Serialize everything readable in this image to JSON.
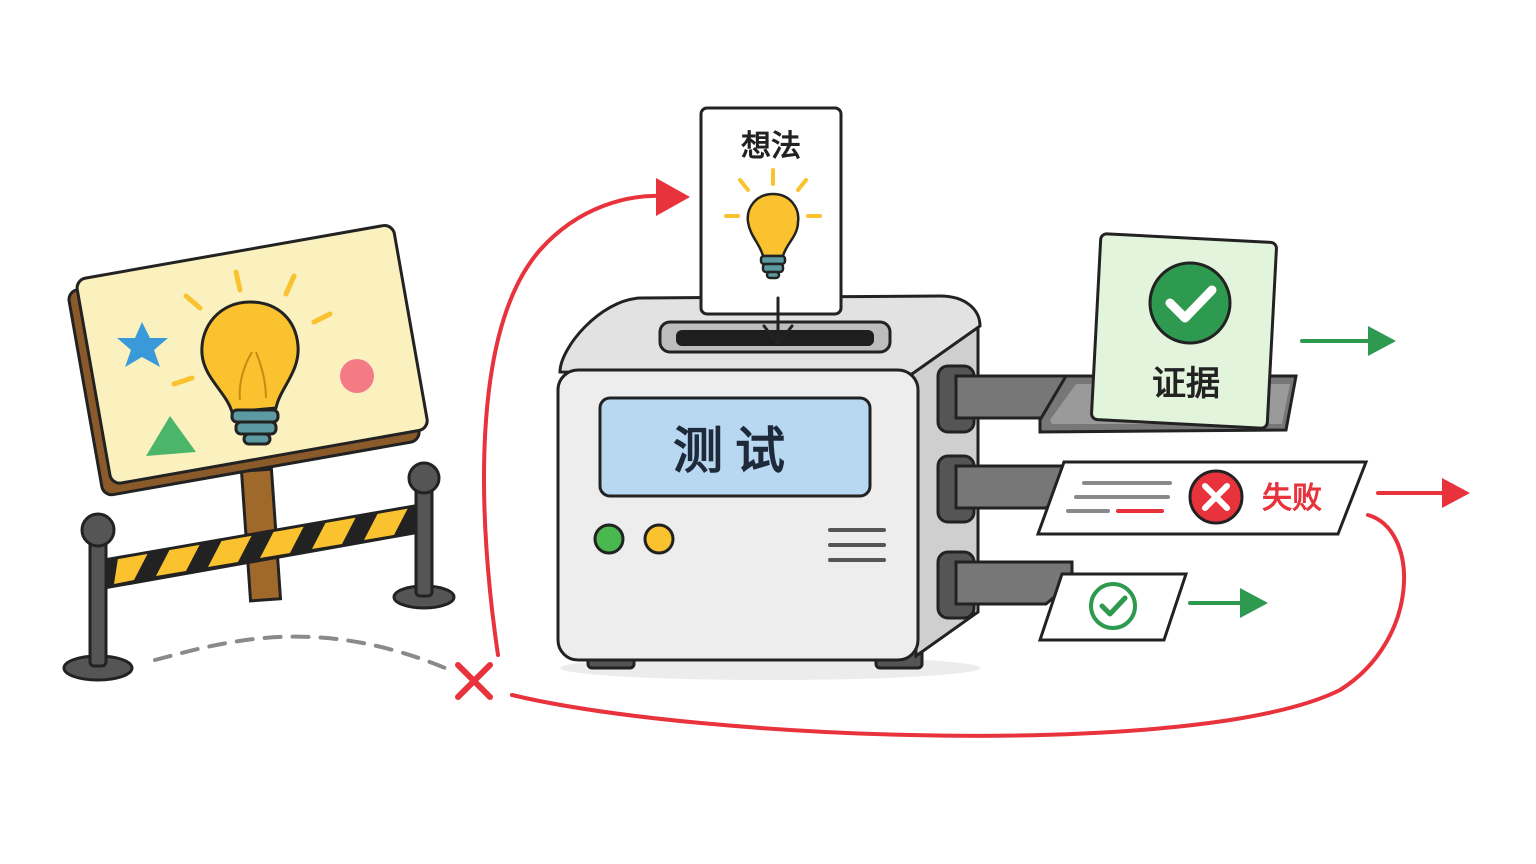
{
  "idea_card": {
    "label": "想法"
  },
  "machine": {
    "screen_label": "测试"
  },
  "outputs": {
    "evidence": {
      "label": "证据"
    },
    "failure": {
      "label": "失败"
    }
  },
  "colors": {
    "outline": "#222222",
    "red_path": "#e8323c",
    "green": "#2e9a4f",
    "screen_blue": "#b8d8f2",
    "sign_bg": "#fbf1bf",
    "bulb_yellow": "#f9c22e",
    "bulb_base": "#5a9aa0",
    "machine_body": "#e9e9e9",
    "evidence_card": "#e3f4dd"
  },
  "icons": [
    "lightbulb-icon",
    "star-icon",
    "triangle-icon",
    "circle-icon",
    "check-icon",
    "cross-icon",
    "arrow-icon"
  ]
}
